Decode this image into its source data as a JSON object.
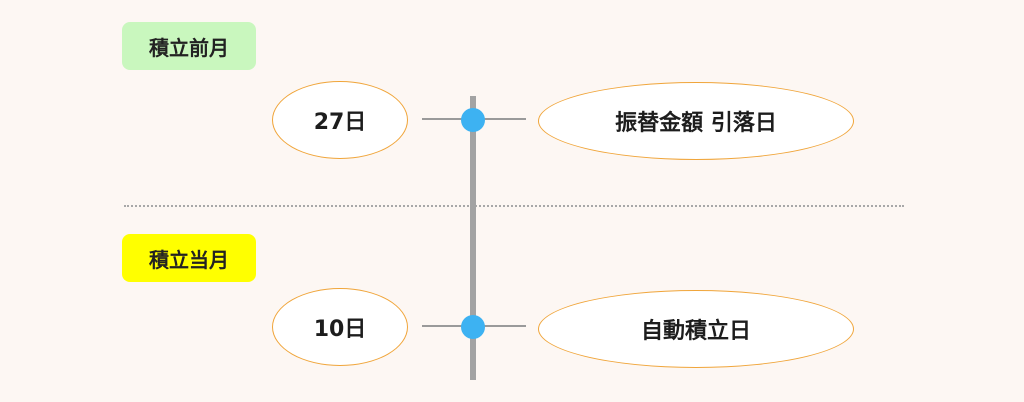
{
  "sections": {
    "prev_month": {
      "label": "積立前月",
      "color": "#c9f7be"
    },
    "current_month": {
      "label": "積立当月",
      "color": "#ffff00"
    }
  },
  "rows": [
    {
      "day": "27日",
      "event": "振替金額 引落日"
    },
    {
      "day": "10日",
      "event": "自動積立日"
    }
  ],
  "colors": {
    "background": "#fdf7f3",
    "ellipse_border": "#f0a53a",
    "timeline": "#a3a3a3",
    "marker": "#3db2f2"
  }
}
